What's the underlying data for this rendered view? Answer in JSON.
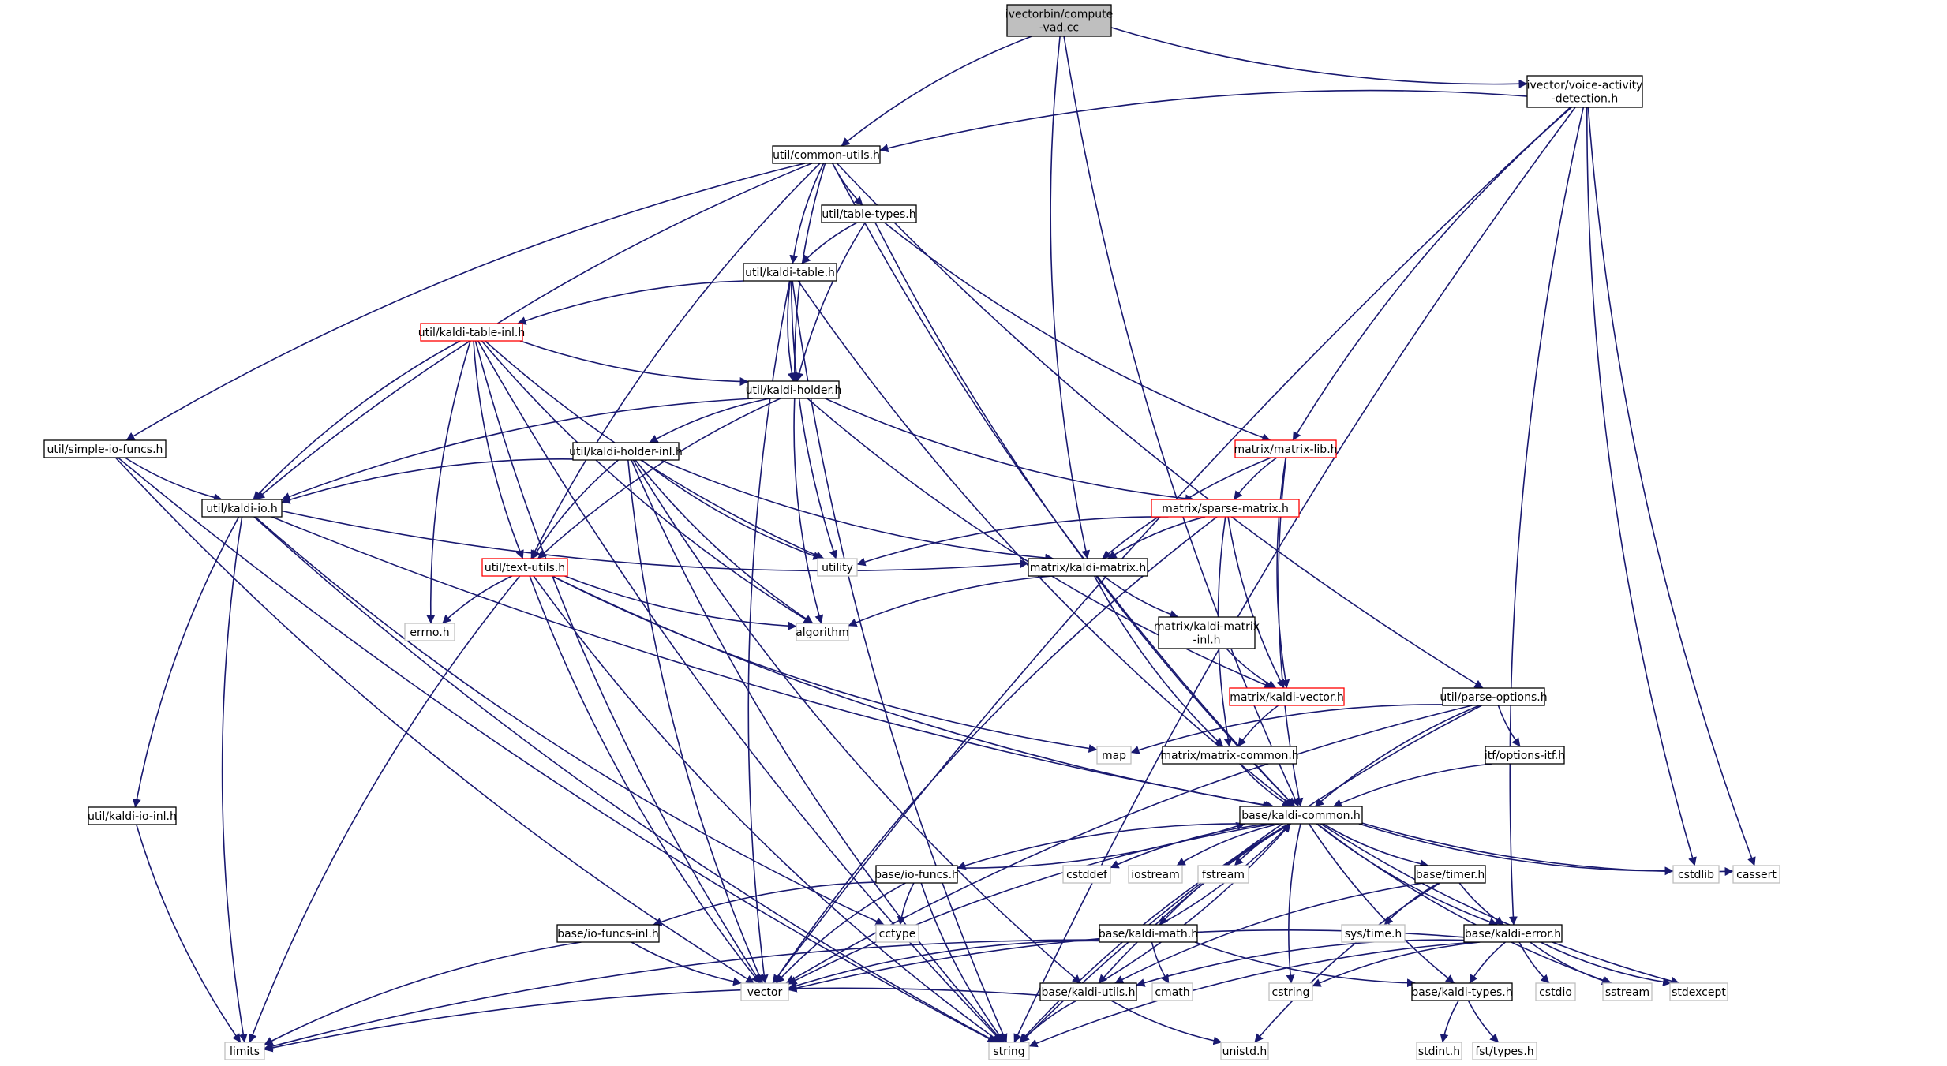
{
  "colors": {
    "edge": "#191970",
    "default_border": "#000000",
    "external_border": "#bfbfbf",
    "truncated_border": "#ff0000",
    "root_fill": "#bfbfbf",
    "node_fill": "#ffffff",
    "external_text": "#444444"
  },
  "nodes": [
    {
      "id": "root",
      "lines": [
        "ivectorbin/compute",
        "-vad.cc"
      ],
      "style": "root"
    },
    {
      "id": "vad",
      "lines": [
        "ivector/voice-activity",
        "-detection.h"
      ],
      "style": "normal"
    },
    {
      "id": "common_utils",
      "lines": [
        "util/common-utils.h"
      ],
      "style": "normal"
    },
    {
      "id": "table_types",
      "lines": [
        "util/table-types.h"
      ],
      "style": "normal"
    },
    {
      "id": "kaldi_table",
      "lines": [
        "util/kaldi-table.h"
      ],
      "style": "normal"
    },
    {
      "id": "kaldi_table_inl",
      "lines": [
        "util/kaldi-table-inl.h"
      ],
      "style": "truncated"
    },
    {
      "id": "kaldi_holder",
      "lines": [
        "util/kaldi-holder.h"
      ],
      "style": "normal"
    },
    {
      "id": "kaldi_holder_inl",
      "lines": [
        "util/kaldi-holder-inl.h"
      ],
      "style": "normal"
    },
    {
      "id": "simple_io",
      "lines": [
        "util/simple-io-funcs.h"
      ],
      "style": "normal"
    },
    {
      "id": "kaldi_io",
      "lines": [
        "util/kaldi-io.h"
      ],
      "style": "normal"
    },
    {
      "id": "kaldi_io_inl",
      "lines": [
        "util/kaldi-io-inl.h"
      ],
      "style": "normal"
    },
    {
      "id": "text_utils",
      "lines": [
        "util/text-utils.h"
      ],
      "style": "truncated"
    },
    {
      "id": "matrix_lib",
      "lines": [
        "matrix/matrix-lib.h"
      ],
      "style": "truncated"
    },
    {
      "id": "sparse_matrix",
      "lines": [
        "matrix/sparse-matrix.h"
      ],
      "style": "truncated"
    },
    {
      "id": "kaldi_matrix",
      "lines": [
        "matrix/kaldi-matrix.h"
      ],
      "style": "normal"
    },
    {
      "id": "kaldi_matrix_inl",
      "lines": [
        "matrix/kaldi-matrix",
        "-inl.h"
      ],
      "style": "normal"
    },
    {
      "id": "kaldi_vector",
      "lines": [
        "matrix/kaldi-vector.h"
      ],
      "style": "truncated"
    },
    {
      "id": "matrix_common",
      "lines": [
        "matrix/matrix-common.h"
      ],
      "style": "normal"
    },
    {
      "id": "parse_options",
      "lines": [
        "util/parse-options.h"
      ],
      "style": "normal"
    },
    {
      "id": "options_itf",
      "lines": [
        "itf/options-itf.h"
      ],
      "style": "normal"
    },
    {
      "id": "kaldi_common",
      "lines": [
        "base/kaldi-common.h"
      ],
      "style": "normal"
    },
    {
      "id": "io_funcs",
      "lines": [
        "base/io-funcs.h"
      ],
      "style": "normal"
    },
    {
      "id": "io_funcs_inl",
      "lines": [
        "base/io-funcs-inl.h"
      ],
      "style": "normal"
    },
    {
      "id": "kaldi_math",
      "lines": [
        "base/kaldi-math.h"
      ],
      "style": "normal"
    },
    {
      "id": "timer",
      "lines": [
        "base/timer.h"
      ],
      "style": "normal"
    },
    {
      "id": "kaldi_error",
      "lines": [
        "base/kaldi-error.h"
      ],
      "style": "normal"
    },
    {
      "id": "kaldi_utils",
      "lines": [
        "base/kaldi-utils.h"
      ],
      "style": "normal"
    },
    {
      "id": "kaldi_types",
      "lines": [
        "base/kaldi-types.h"
      ],
      "style": "normal"
    },
    {
      "id": "utility",
      "lines": [
        "utility"
      ],
      "style": "external"
    },
    {
      "id": "algorithm",
      "lines": [
        "algorithm"
      ],
      "style": "external"
    },
    {
      "id": "errno",
      "lines": [
        "errno.h"
      ],
      "style": "external"
    },
    {
      "id": "map",
      "lines": [
        "map"
      ],
      "style": "external"
    },
    {
      "id": "cstddef",
      "lines": [
        "cstddef"
      ],
      "style": "external"
    },
    {
      "id": "iostream",
      "lines": [
        "iostream"
      ],
      "style": "external"
    },
    {
      "id": "fstream",
      "lines": [
        "fstream"
      ],
      "style": "external"
    },
    {
      "id": "cstdlib",
      "lines": [
        "cstdlib"
      ],
      "style": "external"
    },
    {
      "id": "cassert",
      "lines": [
        "cassert"
      ],
      "style": "external"
    },
    {
      "id": "cctype",
      "lines": [
        "cctype"
      ],
      "style": "external"
    },
    {
      "id": "sys_time",
      "lines": [
        "sys/time.h"
      ],
      "style": "external"
    },
    {
      "id": "cmath",
      "lines": [
        "cmath"
      ],
      "style": "external"
    },
    {
      "id": "cstring",
      "lines": [
        "cstring"
      ],
      "style": "external"
    },
    {
      "id": "cstdio",
      "lines": [
        "cstdio"
      ],
      "style": "external"
    },
    {
      "id": "sstream",
      "lines": [
        "sstream"
      ],
      "style": "external"
    },
    {
      "id": "stdexcept",
      "lines": [
        "stdexcept"
      ],
      "style": "external"
    },
    {
      "id": "vector",
      "lines": [
        "vector"
      ],
      "style": "external"
    },
    {
      "id": "limits",
      "lines": [
        "limits"
      ],
      "style": "external"
    },
    {
      "id": "string",
      "lines": [
        "string"
      ],
      "style": "external"
    },
    {
      "id": "unistd",
      "lines": [
        "unistd.h"
      ],
      "style": "external"
    },
    {
      "id": "stdint",
      "lines": [
        "stdint.h"
      ],
      "style": "external"
    },
    {
      "id": "fst_types",
      "lines": [
        "fst/types.h"
      ],
      "style": "external"
    }
  ],
  "edges": [
    [
      "root",
      "vad"
    ],
    [
      "root",
      "common_utils"
    ],
    [
      "root",
      "kaldi_matrix"
    ],
    [
      "root",
      "kaldi_common"
    ],
    [
      "vad",
      "common_utils"
    ],
    [
      "vad",
      "matrix_lib"
    ],
    [
      "vad",
      "vector"
    ],
    [
      "vad",
      "cstdlib"
    ],
    [
      "vad",
      "cassert"
    ],
    [
      "vad",
      "kaldi_error"
    ],
    [
      "vad",
      "string"
    ],
    [
      "common_utils",
      "table_types"
    ],
    [
      "common_utils",
      "kaldi_table"
    ],
    [
      "common_utils",
      "kaldi_holder"
    ],
    [
      "common_utils",
      "simple_io"
    ],
    [
      "common_utils",
      "kaldi_io"
    ],
    [
      "common_utils",
      "text_utils"
    ],
    [
      "common_utils",
      "parse_options"
    ],
    [
      "common_utils",
      "kaldi_common"
    ],
    [
      "table_types",
      "kaldi_table"
    ],
    [
      "table_types",
      "kaldi_holder"
    ],
    [
      "table_types",
      "matrix_lib"
    ],
    [
      "table_types",
      "kaldi_common"
    ],
    [
      "kaldi_table",
      "kaldi_table_inl"
    ],
    [
      "kaldi_table",
      "kaldi_holder"
    ],
    [
      "kaldi_table",
      "utility"
    ],
    [
      "kaldi_table",
      "vector"
    ],
    [
      "kaldi_table",
      "kaldi_common"
    ],
    [
      "kaldi_table",
      "string"
    ],
    [
      "kaldi_table_inl",
      "kaldi_holder"
    ],
    [
      "kaldi_table_inl",
      "kaldi_io"
    ],
    [
      "kaldi_table_inl",
      "text_utils"
    ],
    [
      "kaldi_table_inl",
      "utility"
    ],
    [
      "kaldi_table_inl",
      "algorithm"
    ],
    [
      "kaldi_table_inl",
      "errno"
    ],
    [
      "kaldi_table_inl",
      "vector"
    ],
    [
      "kaldi_table_inl",
      "string"
    ],
    [
      "kaldi_holder",
      "kaldi_holder_inl"
    ],
    [
      "kaldi_holder",
      "kaldi_io"
    ],
    [
      "kaldi_holder",
      "text_utils"
    ],
    [
      "kaldi_holder",
      "sparse_matrix"
    ],
    [
      "kaldi_holder",
      "kaldi_vector"
    ],
    [
      "kaldi_holder",
      "algorithm"
    ],
    [
      "kaldi_holder_inl",
      "kaldi_io"
    ],
    [
      "kaldi_holder_inl",
      "text_utils"
    ],
    [
      "kaldi_holder_inl",
      "kaldi_matrix"
    ],
    [
      "kaldi_holder_inl",
      "kaldi_utils"
    ],
    [
      "kaldi_holder_inl",
      "utility"
    ],
    [
      "kaldi_holder_inl",
      "algorithm"
    ],
    [
      "kaldi_holder_inl",
      "vector"
    ],
    [
      "kaldi_holder_inl",
      "string"
    ],
    [
      "simple_io",
      "kaldi_io"
    ],
    [
      "simple_io",
      "vector"
    ],
    [
      "simple_io",
      "string"
    ],
    [
      "kaldi_io",
      "kaldi_matrix"
    ],
    [
      "kaldi_io",
      "kaldi_io_inl"
    ],
    [
      "kaldi_io",
      "kaldi_common"
    ],
    [
      "kaldi_io",
      "cctype"
    ],
    [
      "kaldi_io",
      "limits"
    ],
    [
      "kaldi_io",
      "string"
    ],
    [
      "kaldi_io_inl",
      "limits"
    ],
    [
      "text_utils",
      "errno"
    ],
    [
      "text_utils",
      "algorithm"
    ],
    [
      "text_utils",
      "map"
    ],
    [
      "text_utils",
      "kaldi_common"
    ],
    [
      "text_utils",
      "limits"
    ],
    [
      "text_utils",
      "vector"
    ],
    [
      "text_utils",
      "string"
    ],
    [
      "matrix_lib",
      "sparse_matrix"
    ],
    [
      "matrix_lib",
      "kaldi_matrix"
    ],
    [
      "matrix_lib",
      "kaldi_vector"
    ],
    [
      "matrix_lib",
      "kaldi_common"
    ],
    [
      "sparse_matrix",
      "kaldi_matrix"
    ],
    [
      "sparse_matrix",
      "kaldi_vector"
    ],
    [
      "sparse_matrix",
      "matrix_common"
    ],
    [
      "sparse_matrix",
      "utility"
    ],
    [
      "sparse_matrix",
      "vector"
    ],
    [
      "kaldi_matrix",
      "kaldi_matrix_inl"
    ],
    [
      "kaldi_matrix",
      "matrix_common"
    ],
    [
      "kaldi_matrix",
      "algorithm"
    ],
    [
      "kaldi_matrix_inl",
      "kaldi_vector"
    ],
    [
      "kaldi_vector",
      "matrix_common"
    ],
    [
      "matrix_common",
      "kaldi_common"
    ],
    [
      "parse_options",
      "options_itf"
    ],
    [
      "parse_options",
      "map"
    ],
    [
      "parse_options",
      "vector"
    ],
    [
      "parse_options",
      "kaldi_common"
    ],
    [
      "parse_options",
      "string"
    ],
    [
      "options_itf",
      "kaldi_common"
    ],
    [
      "kaldi_common",
      "io_funcs"
    ],
    [
      "kaldi_common",
      "kaldi_math"
    ],
    [
      "kaldi_common",
      "timer"
    ],
    [
      "kaldi_common",
      "kaldi_error"
    ],
    [
      "kaldi_common",
      "kaldi_utils"
    ],
    [
      "kaldi_common",
      "kaldi_types"
    ],
    [
      "kaldi_common",
      "cstddef"
    ],
    [
      "kaldi_common",
      "iostream"
    ],
    [
      "kaldi_common",
      "fstream"
    ],
    [
      "kaldi_common",
      "cstdlib"
    ],
    [
      "kaldi_common",
      "cassert"
    ],
    [
      "kaldi_common",
      "cstring"
    ],
    [
      "kaldi_common",
      "sstream"
    ],
    [
      "kaldi_common",
      "stdexcept"
    ],
    [
      "kaldi_common",
      "vector"
    ],
    [
      "kaldi_common",
      "string"
    ],
    [
      "io_funcs",
      "kaldi_common"
    ],
    [
      "io_funcs",
      "io_funcs_inl"
    ],
    [
      "io_funcs",
      "cctype"
    ],
    [
      "io_funcs",
      "vector"
    ],
    [
      "io_funcs",
      "string"
    ],
    [
      "io_funcs_inl",
      "vector"
    ],
    [
      "io_funcs_inl",
      "limits"
    ],
    [
      "kaldi_math",
      "kaldi_common"
    ],
    [
      "kaldi_math",
      "kaldi_types"
    ],
    [
      "kaldi_math",
      "cmath"
    ],
    [
      "kaldi_math",
      "vector"
    ],
    [
      "kaldi_math",
      "limits"
    ],
    [
      "timer",
      "kaldi_error"
    ],
    [
      "timer",
      "kaldi_utils"
    ],
    [
      "timer",
      "sys_time"
    ],
    [
      "timer",
      "unistd"
    ],
    [
      "kaldi_error",
      "kaldi_types"
    ],
    [
      "kaldi_error",
      "kaldi_utils"
    ],
    [
      "kaldi_error",
      "vector"
    ],
    [
      "kaldi_error",
      "cstring"
    ],
    [
      "kaldi_error",
      "cstdio"
    ],
    [
      "kaldi_error",
      "sstream"
    ],
    [
      "kaldi_error",
      "stdexcept"
    ],
    [
      "kaldi_error",
      "string"
    ],
    [
      "kaldi_utils",
      "kaldi_common"
    ],
    [
      "kaldi_utils",
      "limits"
    ],
    [
      "kaldi_utils",
      "string"
    ],
    [
      "kaldi_utils",
      "unistd"
    ],
    [
      "kaldi_types",
      "stdint"
    ],
    [
      "kaldi_types",
      "fst_types"
    ]
  ]
}
